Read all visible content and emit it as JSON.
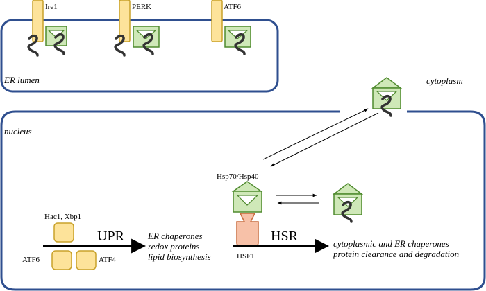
{
  "compartments": {
    "er_lumen": "ER lumen",
    "cytoplasm": "cytoplasm",
    "nucleus": "nucleus"
  },
  "sensors": [
    {
      "label": "Ire1"
    },
    {
      "label": "PERK"
    },
    {
      "label": "ATF6"
    }
  ],
  "chaperone": {
    "label": "Hsp70/Hsp40"
  },
  "upr": {
    "factors_top": "Hac1, Xbp1",
    "factor_left": "ATF6",
    "factor_right": "ATF4",
    "label": "UPR",
    "targets": [
      "ER chaperones",
      "redox proteins",
      "lipid biosynthesis"
    ]
  },
  "hsr": {
    "factor": "HSF1",
    "label": "HSR",
    "targets": [
      "cytoplasmic and ER chaperones",
      "protein clearance and degradation"
    ]
  },
  "colors": {
    "membrane": "#2f4f8f",
    "sensor_fill": "#fde39a",
    "sensor_stroke": "#c9a22a",
    "chaperone_fill": "#cfe8b8",
    "chaperone_stroke": "#4f8a2e",
    "hsf1_fill": "#f7c1a8",
    "hsf1_stroke": "#c96a3c",
    "tf_fill": "#fde39a",
    "tf_stroke": "#c9a22a"
  }
}
